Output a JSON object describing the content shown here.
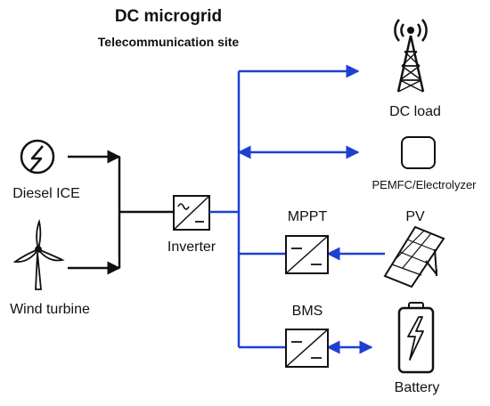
{
  "title": "DC microgrid",
  "subtitle": "Telecommunication site",
  "nodes": {
    "diesel": "Diesel ICE",
    "wind": "Wind turbine",
    "inverter": "Inverter",
    "mppt": "MPPT",
    "bms": "BMS",
    "dc_load": "DC load",
    "fuel_cell": "PEMFC/Electrolyzer",
    "pv": "PV",
    "battery": "Battery"
  },
  "colors": {
    "bus": "#1f3fd1",
    "black": "#111111"
  }
}
